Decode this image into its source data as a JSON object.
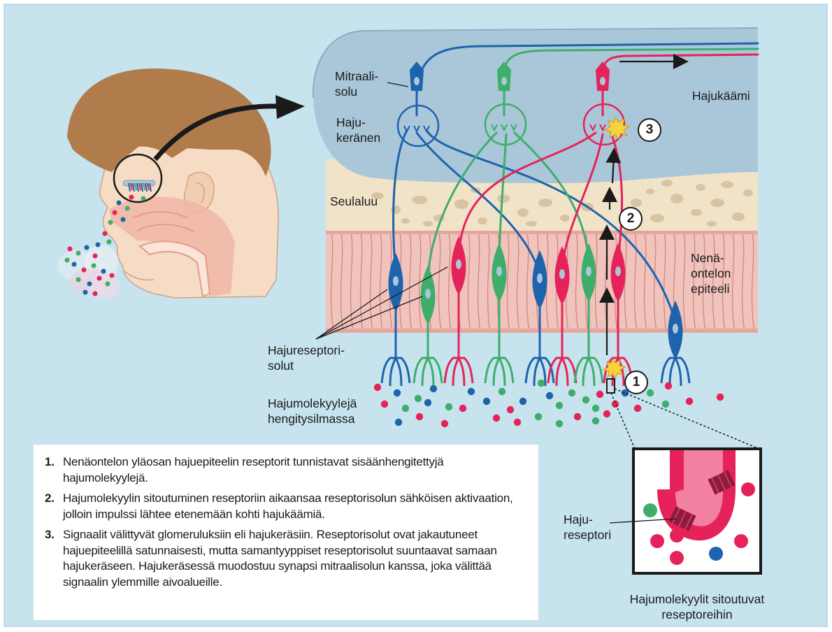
{
  "labels": {
    "mitral_cell": "Mitraali-\nsolu",
    "glomerulus": "Haju-\nkeränen",
    "olfactory_bulb": "Hajukäämi",
    "cribriform_plate": "Seulaluu",
    "nasal_epithelium": "Nenä-\nontelon\nepiteeli",
    "receptor_cells": "Hajureseptori-\nsolut",
    "odor_molecules": "Hajumolekyylejä\nhengitysilmassa",
    "receptor": "Haju-\nreseptori",
    "inset_caption": "Hajumolekyylit sitoutuvat\nreseptoreihin"
  },
  "steps": [
    {
      "num": "1.",
      "text": "Nenäontelon yläosan hajuepiteelin reseptorit tunnistavat sisäänhengitettyjä hajumolekyylejä."
    },
    {
      "num": "2.",
      "text": "Hajumolekyylin sitoutuminen reseptoriin aikaansaa reseptorisolun sähköisen aktivaation, jolloin impulssi lähtee etenemään kohti hajukäämiä."
    },
    {
      "num": "3.",
      "text": "Signaalit välittyvät glomeruluksiin eli hajukeräsiin. Reseptorisolut ovat jakautuneet hajuepiteelillä satunnaisesti, mutta samantyyppiset reseptorisolut suuntaavat samaan hajukeräseen. Hajukeräsessä muodostuu synapsi mitraalisolun kanssa, joka välittää signaalin ylemmille aivoalueille."
    }
  ],
  "markers": [
    "1",
    "2",
    "3"
  ],
  "colors": {
    "background": "#c6e3ee",
    "bulb": "#a9c7d9",
    "bone": "#f1e3c8",
    "epithelium": "#f0c3bd",
    "cell_blue": "#1e63ad",
    "cell_green": "#3eae6a",
    "cell_pink": "#e5235a",
    "hair": "#b07c4c",
    "skin": "#f6dcc4"
  }
}
